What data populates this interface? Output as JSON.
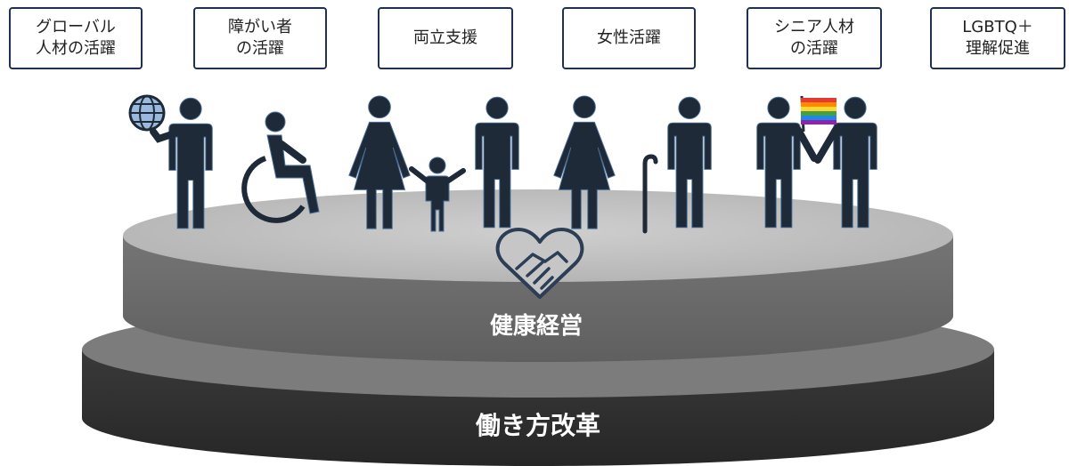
{
  "categories": [
    {
      "line1": "グローバル",
      "line2": "人材の活躍"
    },
    {
      "line1": "障がい者",
      "line2": "の活躍"
    },
    {
      "line1": "両立支援",
      "line2": ""
    },
    {
      "line1": "女性活躍",
      "line2": ""
    },
    {
      "line1": "シニア人材",
      "line2": "の活躍"
    },
    {
      "line1": "LGBTQ＋",
      "line2": "理解促進"
    }
  ],
  "platform": {
    "upper_label": "健康経営",
    "lower_label": "働き方改革"
  },
  "colors": {
    "figure": "#1e2a38",
    "box_border": "#1f3150",
    "upper_top": "#c2c2c2",
    "upper_side": "#6a6a6a",
    "lower_top": "#7c7c7c",
    "lower_side": "#2c2c2c",
    "heart": "#2b3e55"
  },
  "icons": [
    "globe-icon",
    "wheelchair-icon",
    "handshake-heart-icon",
    "rainbow-flag-icon",
    "cane-icon"
  ]
}
